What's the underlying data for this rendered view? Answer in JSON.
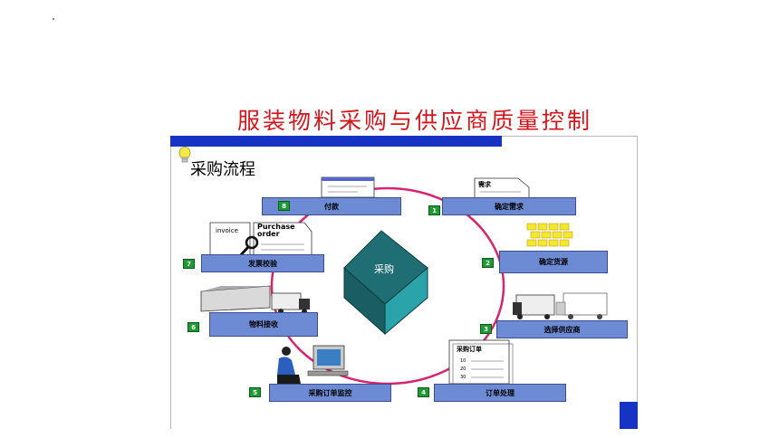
{
  "title": "服装物料采购与供应商质量控制",
  "subtitle": "采购流程",
  "center": "采购",
  "colors": {
    "title_red": "#d4161c",
    "frame_blue": "#1733c4",
    "box_blue": "#6d8bd4",
    "num_green": "#1d9a33",
    "ring_magenta": "#d6246e",
    "cube_teal": "#1f6e74"
  },
  "steps": [
    {
      "num": "1",
      "label": "确定需求"
    },
    {
      "num": "2",
      "label": "确定货源"
    },
    {
      "num": "3",
      "label": "选择供应商"
    },
    {
      "num": "4",
      "label": "订单处理"
    },
    {
      "num": "5",
      "label": "采购订单监控"
    },
    {
      "num": "6",
      "label": "物料接收"
    },
    {
      "num": "7",
      "label": "发票校验"
    },
    {
      "num": "8",
      "label": "付款"
    }
  ],
  "doc_requirement": "需求",
  "doc_invoice": "invoice",
  "doc_purchase_order": "Purchase order",
  "doc_po_cn": "采购订单",
  "po_lines": [
    "10",
    "20",
    "30"
  ],
  "icons": [
    "lightbulb-icon",
    "cheque-icon",
    "requirement-doc-icon",
    "source-grid-icon",
    "truck-icon",
    "purchase-order-icon",
    "computer-user-icon",
    "warehouse-icon",
    "invoice-icon",
    "magnifier-icon"
  ]
}
